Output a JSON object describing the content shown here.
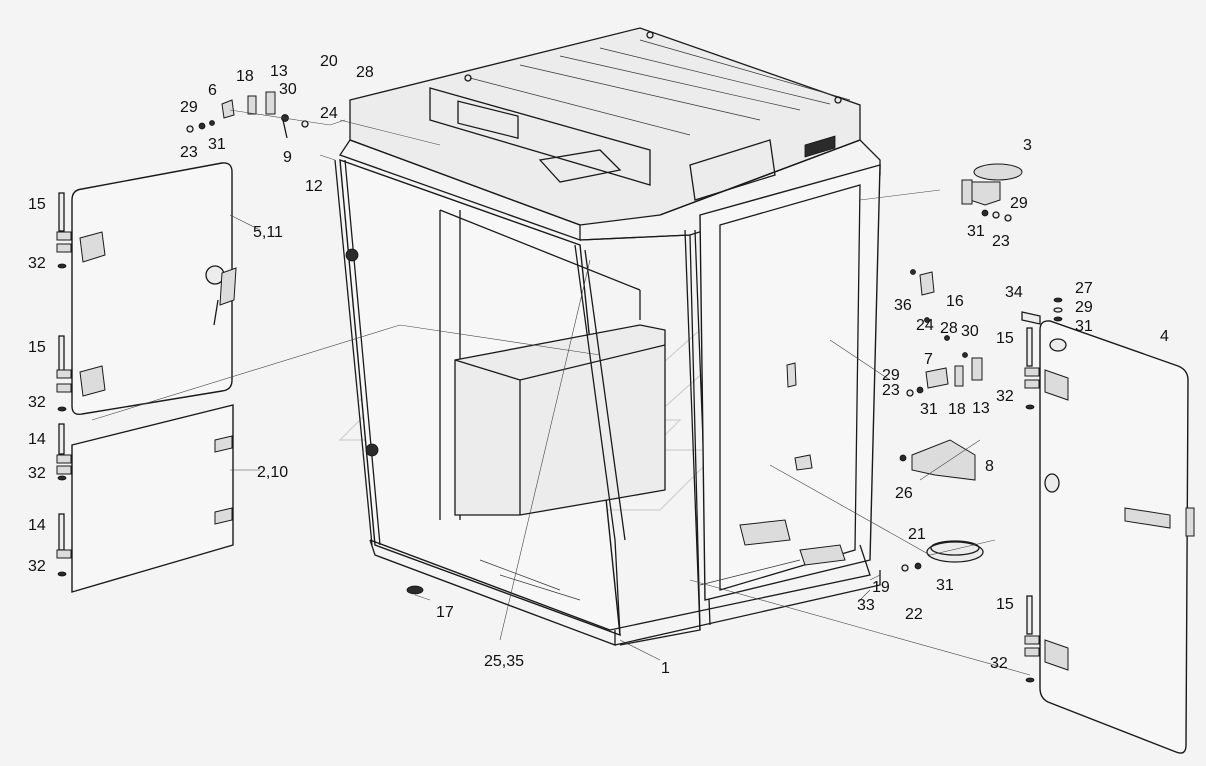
{
  "callouts": {
    "c1": "1",
    "c2_10": "2,10",
    "c3": "3",
    "c4": "4",
    "c5_11": "5,11",
    "c6": "6",
    "c7": "7",
    "c8": "8",
    "c9": "9",
    "c12": "12",
    "c13a": "13",
    "c13b": "13",
    "c14a": "14",
    "c14b": "14",
    "c15a": "15",
    "c15b": "15",
    "c15c": "15",
    "c15d": "15",
    "c16": "16",
    "c17": "17",
    "c18a": "18",
    "c18b": "18",
    "c19": "19",
    "c20": "20",
    "c21": "21",
    "c22": "22",
    "c23a": "23",
    "c23b": "23",
    "c23c": "23",
    "c24a": "24",
    "c24b": "24",
    "c25_35": "25,35",
    "c26": "26",
    "c27": "27",
    "c28a": "28",
    "c28b": "28",
    "c29a": "29",
    "c29b": "29",
    "c29c": "29",
    "c29d": "29",
    "c30a": "30",
    "c30b": "30",
    "c31a": "31",
    "c31b": "31",
    "c31c": "31",
    "c31d": "31",
    "c31e": "31",
    "c32a": "32",
    "c32b": "32",
    "c32c": "32",
    "c32d": "32",
    "c32e": "32",
    "c32f": "32",
    "c33": "33",
    "c34": "34",
    "c36": "36"
  }
}
